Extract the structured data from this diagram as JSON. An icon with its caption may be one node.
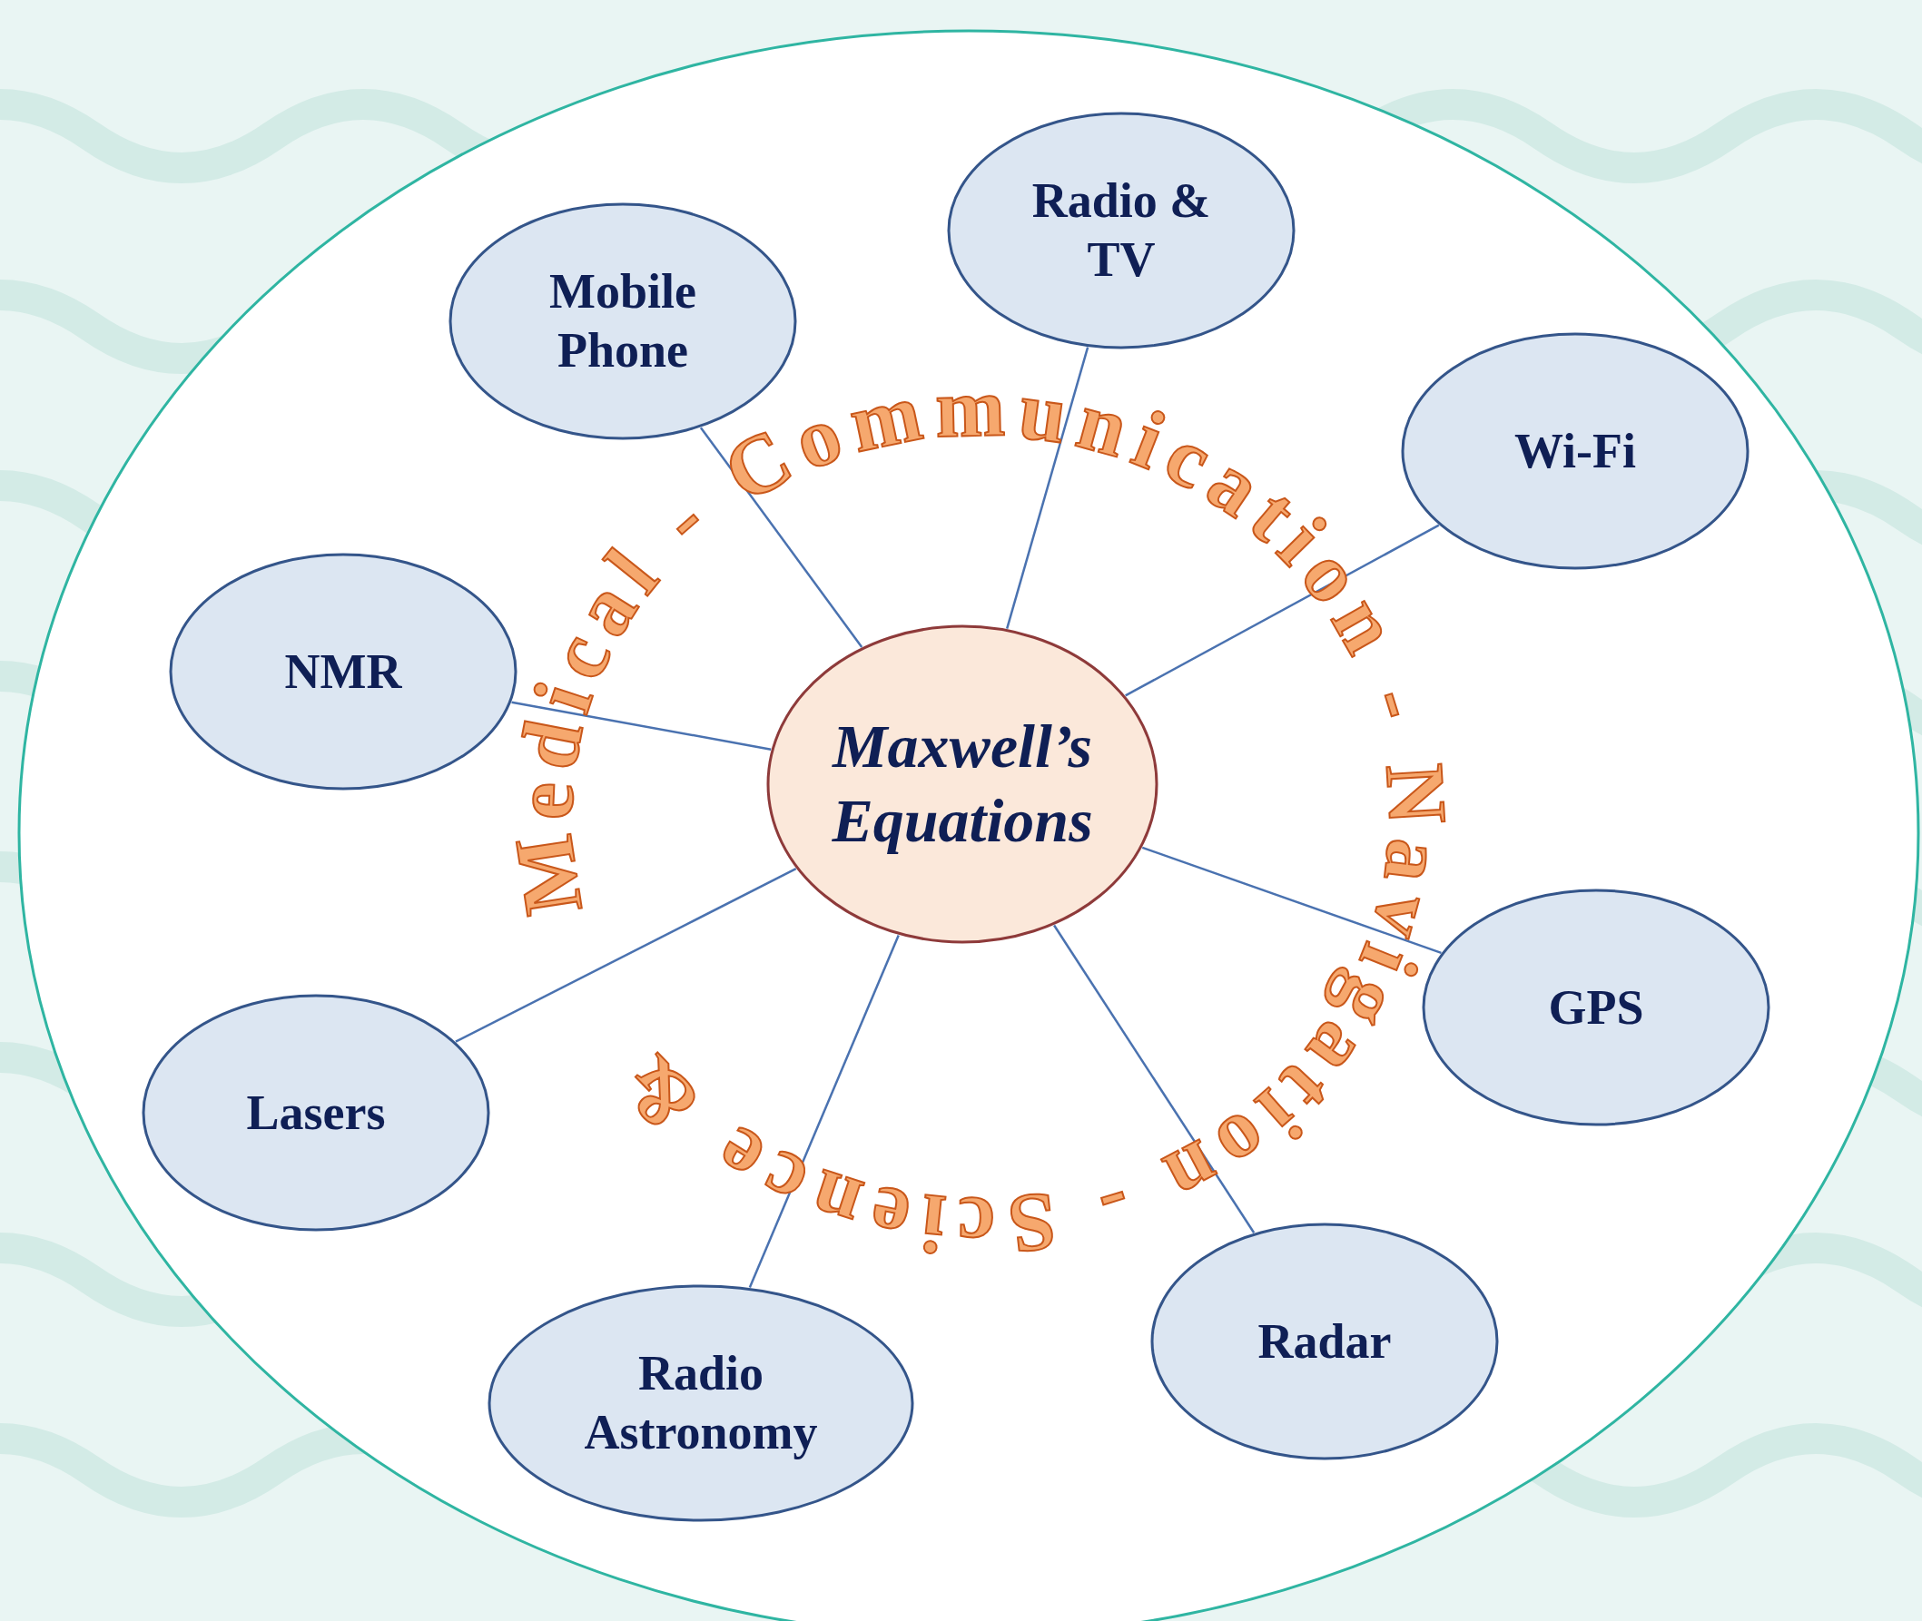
{
  "diagram": {
    "nodes": [
      {
        "text": [
          "Maxwell’s Equations"
        ]
      },
      {
        "text": [
          "Mobile Phone"
        ]
      },
      {
        "text": [
          "Radio & TV"
        ]
      },
      {
        "text": [
          "Wi-Fi"
        ]
      },
      {
        "text": [
          "NMR"
        ]
      },
      {
        "text": [
          "GPS"
        ]
      },
      {
        "text": [
          "Lasers"
        ]
      },
      {
        "text": [
          "Radio Astronomy"
        ]
      },
      {
        "text": [
          "Radar"
        ]
      }
    ],
    "edges": [
      {
        "from": 0,
        "to": 1,
        "arrow": "none"
      },
      {
        "from": 0,
        "to": 2,
        "arrow": "none"
      },
      {
        "from": 0,
        "to": 3,
        "arrow": "none"
      },
      {
        "from": 0,
        "to": 4,
        "arrow": "none"
      },
      {
        "from": 0,
        "to": 5,
        "arrow": "none"
      },
      {
        "from": 0,
        "to": 6,
        "arrow": "none"
      },
      {
        "from": 0,
        "to": 7,
        "arrow": "none"
      },
      {
        "from": 0,
        "to": 8,
        "arrow": "none"
      }
    ],
    "labels": [
      "Medical - Communication - Navigation - Science &"
    ]
  }
}
